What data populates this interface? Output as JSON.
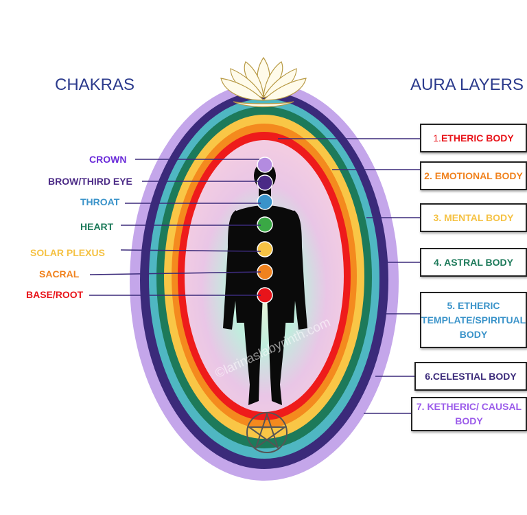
{
  "headings": {
    "chakras": "CHAKRAS",
    "aura_layers": "AURA LAYERS"
  },
  "chakras": [
    {
      "label": "CROWN",
      "color": "#6a2bd9"
    },
    {
      "label": "BROW/THIRD EYE",
      "color": "#4b2a86"
    },
    {
      "label": "THROAT",
      "color": "#3a93c9"
    },
    {
      "label": "HEART",
      "color": "#1d7a5a"
    },
    {
      "label": "SOLAR PLEXUS",
      "color": "#f5c244"
    },
    {
      "label": "SACRAL",
      "color": "#f0821e"
    },
    {
      "label": "BASE/ROOT",
      "color": "#e8141a"
    }
  ],
  "aura_layers": [
    {
      "number": "1.",
      "label": "ETHERIC BODY",
      "color": "#e8141a"
    },
    {
      "number": "",
      "label": "2. EMOTIONAL BODY",
      "color": "#f0821e"
    },
    {
      "number": "",
      "label": "3. MENTAL BODY",
      "color": "#f5c244"
    },
    {
      "number": "",
      "label": "4. ASTRAL BODY",
      "color": "#1d7a5a"
    },
    {
      "number": "",
      "label": "5. ETHERIC TEMPLATE/SPIRITUAL BODY",
      "color": "#3a93c9"
    },
    {
      "number": "",
      "label": "6.CELESTIAL BODY",
      "color": "#3b2a7a"
    },
    {
      "number": "",
      "label": "7. KETHERIC/ CAUSAL BODY",
      "color": "#9b5bea"
    }
  ],
  "watermark": "©larinaslabyrinth.com",
  "icons": {
    "top": "lotus-icon",
    "bottom": "pentagram-icon"
  }
}
